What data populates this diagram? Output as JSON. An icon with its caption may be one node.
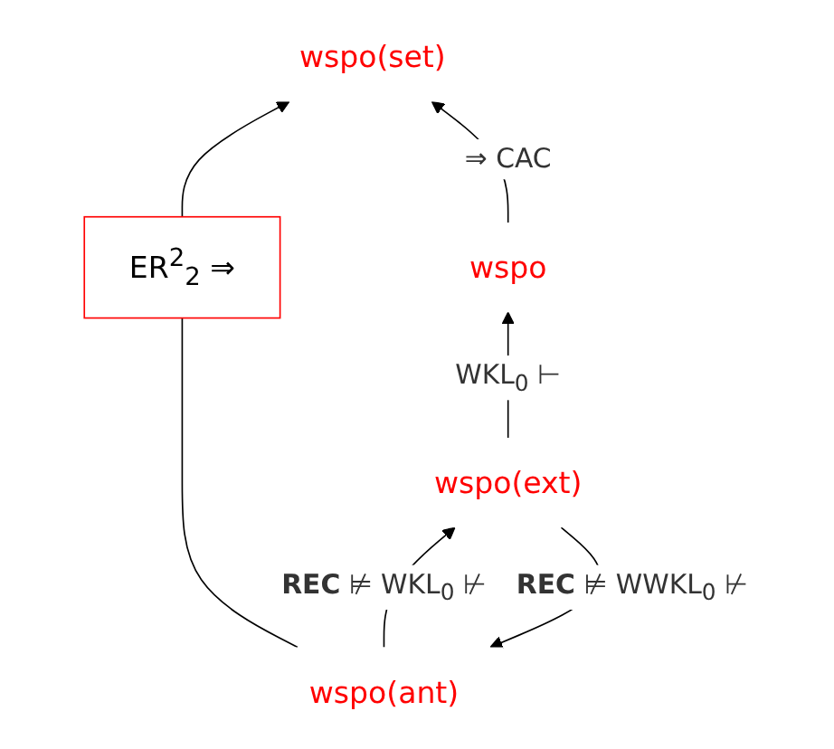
{
  "diagram": {
    "nodes": [
      {
        "text": [
          "wspo(set)"
        ]
      },
      {
        "text": [
          "ER$^{2}$$_{2}$ ⇒"
        ]
      },
      {
        "text": [
          "wspo"
        ]
      },
      {
        "text": [
          "wspo(ant)"
        ]
      },
      {
        "text": [
          "wspo(ext)"
        ]
      }
    ],
    "edges": [
      {
        "from": 1,
        "to": 0,
        "arrow": "to"
      },
      {
        "from": 3,
        "to": 1,
        "arrow": "none"
      },
      {
        "from": 2,
        "to": 0,
        "arrow": "to",
        "label": "⇒ CAC"
      },
      {
        "from": 4,
        "to": 2,
        "arrow": "to",
        "label": "WKL$_{0}$ ⊢"
      },
      {
        "from": 3,
        "to": 4,
        "arrow": "to",
        "label": "**REC** ⊭ WKL$_{0}$ ⊬"
      },
      {
        "from": 4,
        "to": 3,
        "arrow": "to",
        "label": "**REC** ⊭ WWKL$_{0}$ ⊬"
      }
    ]
  }
}
